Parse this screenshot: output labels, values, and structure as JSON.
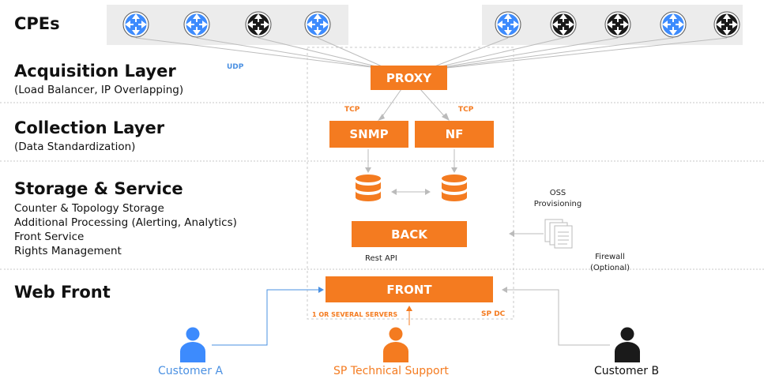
{
  "layers": {
    "cpes": "CPEs",
    "acquisition": {
      "title": "Acquisition Layer",
      "subtitle": "(Load Balancer, IP Overlapping)"
    },
    "collection": {
      "title": "Collection Layer",
      "subtitle": "(Data Standardization)"
    },
    "storage": {
      "title": "Storage & Service",
      "lines": [
        "Counter & Topology Storage",
        "Additional Processing (Alerting, Analytics)",
        "Front Service",
        "Rights Management"
      ]
    },
    "web": {
      "title": "Web Front"
    }
  },
  "routers": [
    {
      "color": "blue"
    },
    {
      "color": "blue"
    },
    {
      "color": "black"
    },
    {
      "color": "blue"
    },
    {
      "color": "blue"
    },
    {
      "color": "black"
    },
    {
      "color": "black"
    },
    {
      "color": "blue"
    },
    {
      "color": "black"
    }
  ],
  "nodes": {
    "proxy": "PROXY",
    "snmp": "SNMP",
    "nf": "NF",
    "back": "BACK",
    "front": "FRONT"
  },
  "protocols": {
    "udp": "UDP",
    "tcp_left": "TCP",
    "tcp_right": "TCP"
  },
  "annotations": {
    "oss": "OSS",
    "provisioning": "Provisioning",
    "rest_api": "Rest API",
    "firewall": "Firewall",
    "optional": "(Optional)",
    "servers": "1 OR SEVERAL SERVERS",
    "sp_dc": "SP DC"
  },
  "actors": {
    "customer_a": "Customer A",
    "support": "SP Technical Support",
    "customer_b": "Customer B"
  },
  "colors": {
    "orange": "#f47b20",
    "blue": "#4a90e2",
    "router_blue": "#3d8bfd",
    "black": "#1a1a1a"
  }
}
